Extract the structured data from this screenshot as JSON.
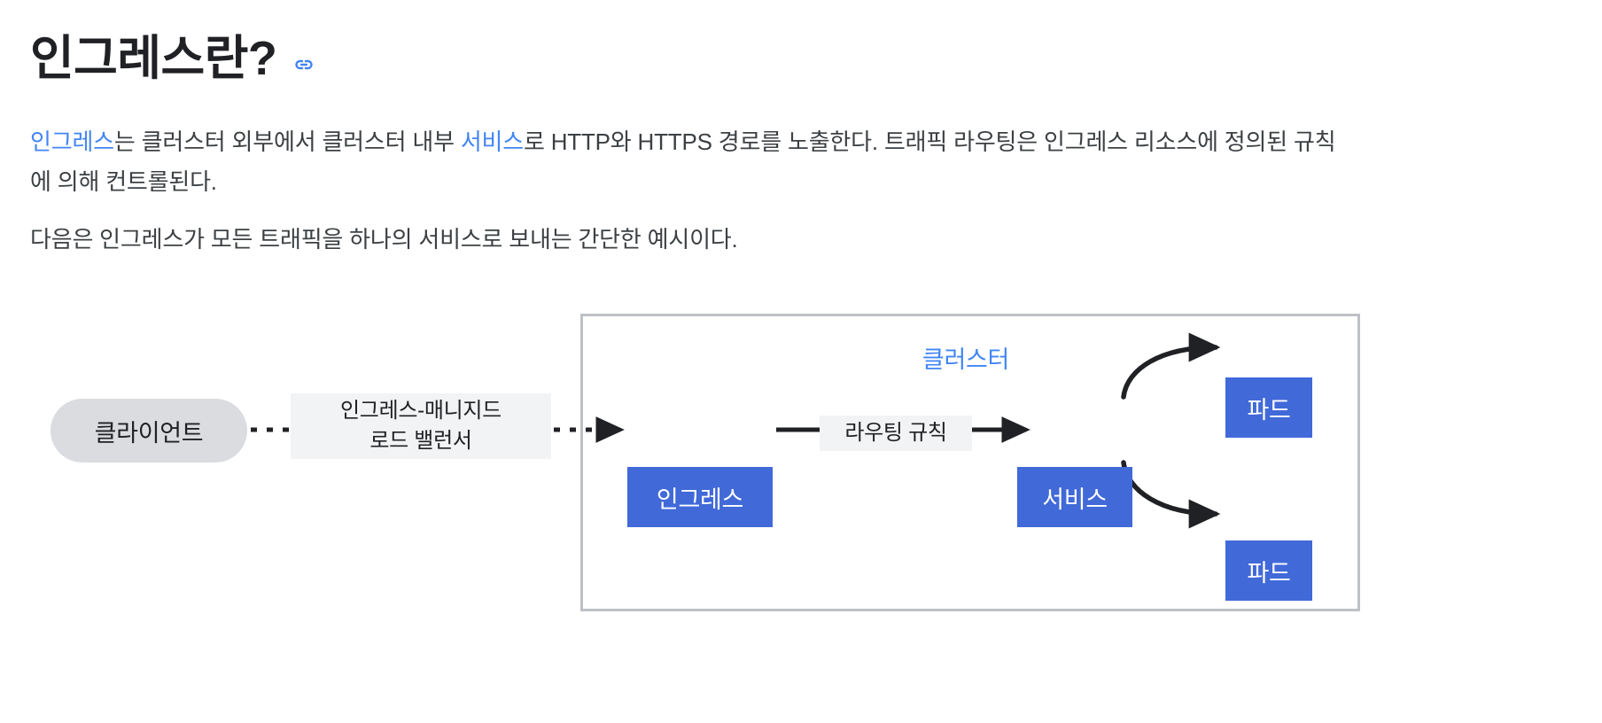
{
  "heading": {
    "title": "인그레스란?",
    "anchor_icon": "link-icon",
    "anchor_color": "#4285f4"
  },
  "paragraphs": {
    "p1": {
      "link1": "인그레스",
      "text1": "는 클러스터 외부에서 클러스터 내부 ",
      "link2": "서비스",
      "text2": "로 HTTP와 HTTPS 경로를 노출한다. 트래픽 라우팅은 인그레스 리소스에 정의된 규칙에 의해 컨트롤된다."
    },
    "p2": {
      "text": "다음은 인그레스가 모든 트래픽을 하나의 서비스로 보내는 간단한 예시이다."
    }
  },
  "diagram": {
    "cluster_label": "클러스터",
    "client_label": "클라이언트",
    "ingress_label": "인그레스",
    "service_label": "서비스",
    "pod_top_label": "파드",
    "pod_bottom_label": "파드",
    "edge_lb_label": "인그레스-매니지드\n로드 밸런서",
    "edge_routing_label": "라우팅 규칙",
    "colors": {
      "node_blue": "#4169d8",
      "client_gray": "#dadce0",
      "cluster_border": "#bdc1c6",
      "label_bg": "#f1f3f4",
      "link_blue": "#4285f4",
      "arrow_dark": "#202124"
    }
  }
}
